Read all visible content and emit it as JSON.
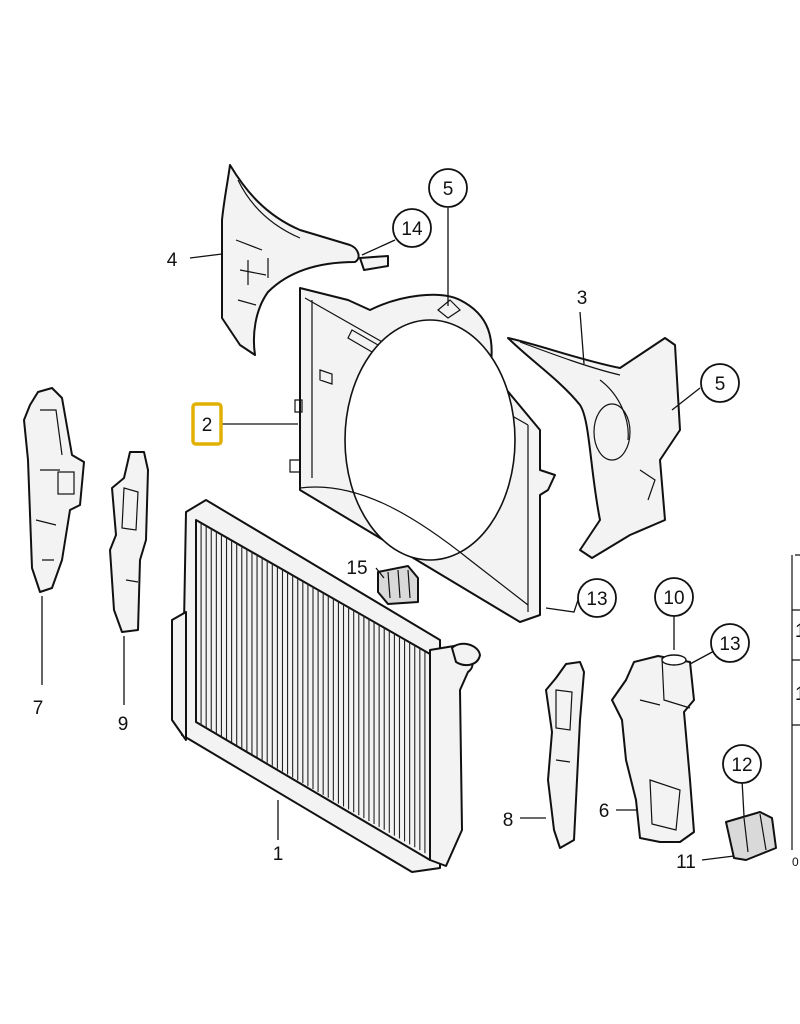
{
  "callouts": {
    "c1": "1",
    "c2": "2",
    "c3": "3",
    "c4": "4",
    "c5a": "5",
    "c5b": "5",
    "c6": "6",
    "c7": "7",
    "c8": "8",
    "c9": "9",
    "c10": "10",
    "c11": "11",
    "c12": "12",
    "c13a": "13",
    "c13b": "13",
    "c14": "14",
    "c15": "15"
  },
  "edge_fragments": [
    "1",
    "1",
    "0"
  ],
  "highlighted_callout": "2",
  "colors": {
    "highlight": "#e2b100",
    "line": "#111111"
  }
}
